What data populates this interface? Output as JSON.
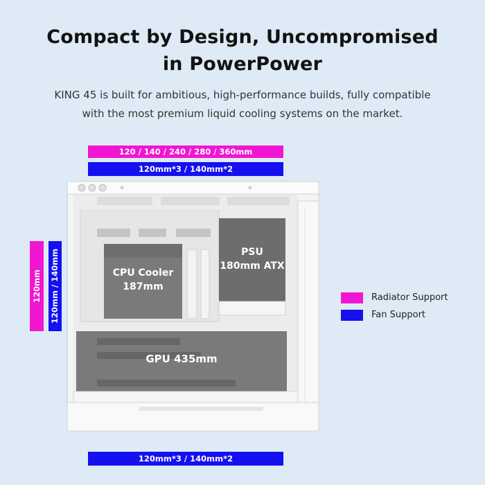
{
  "header": {
    "title_line1": "Compact by Design, Uncompromised",
    "title_line2": "in PowerPower",
    "subtitle_line1": "KING 45 is built for ambitious, high-performance builds, fully compatible",
    "subtitle_line2": "with the most premium liquid cooling systems on the market."
  },
  "top_bars": {
    "radiator": "120 / 140 / 240 / 280 / 360mm",
    "fan": "120mm*3 / 140mm*2"
  },
  "side_bars": {
    "radiator": "120mm",
    "fan": "120mm / 140mm"
  },
  "bottom_bar": {
    "fan": "120mm*3 / 140mm*2"
  },
  "case": {
    "cpu_line1": "CPU Cooler",
    "cpu_line2": "187mm",
    "psu_line1": "PSU",
    "psu_line2": "180mm ATX",
    "gpu": "GPU 435mm"
  },
  "legend": [
    {
      "label": "Radiator Support",
      "color": "#f116d2"
    },
    {
      "label": "Fan Support",
      "color": "#1410f0"
    }
  ]
}
